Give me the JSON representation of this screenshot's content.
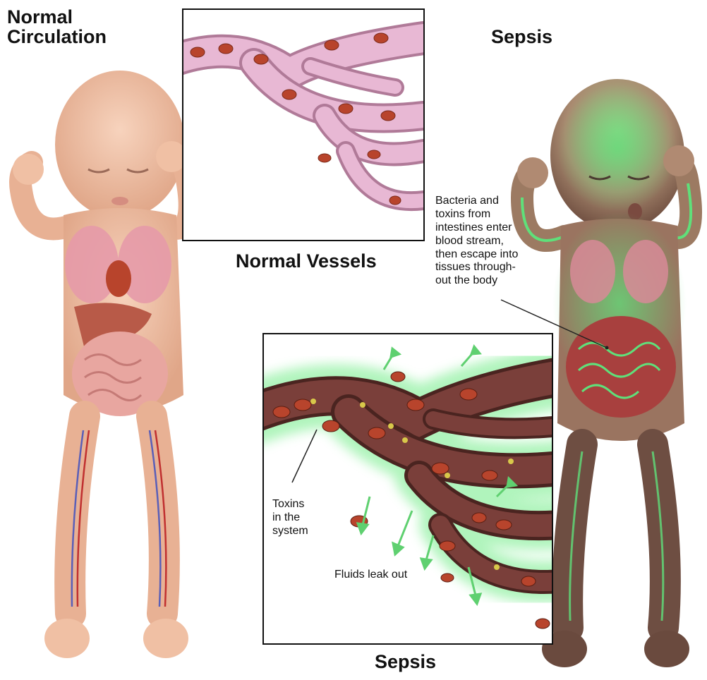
{
  "titles": {
    "normal_circulation_line1": "Normal",
    "normal_circulation_line2": "Circulation",
    "sepsis_top": "Sepsis",
    "normal_vessels": "Normal Vessels",
    "sepsis_bottom": "Sepsis"
  },
  "annotations": {
    "bacteria": [
      "Bacteria and",
      "toxins from",
      "intestines enter",
      "blood stream,",
      "then escape into",
      "tissues through-",
      "out the body"
    ],
    "toxins": [
      "Toxins",
      "in the",
      "system"
    ],
    "fluids": "Fluids leak out"
  },
  "colors": {
    "skin": "#f2c4a8",
    "skin_shadow": "#d99a7c",
    "vessel_normal": "#e8b8d4",
    "vessel_wall": "#b07a98",
    "vessel_sepsis": "#7a3f3a",
    "rbc": "#b8442c",
    "toxin_glow": "#5fe07a",
    "organ_lung": "#e69aa8",
    "organ_liver": "#b85a48",
    "organ_intestine": "#e8a6a0"
  }
}
